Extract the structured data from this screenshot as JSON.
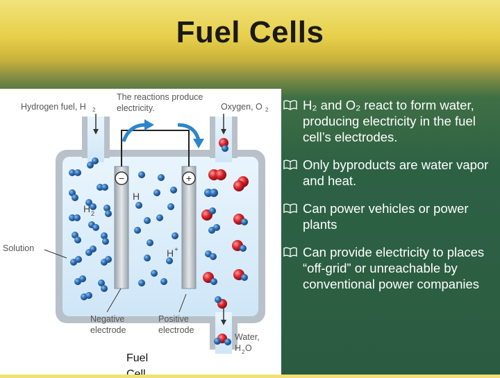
{
  "title": "Fuel Cells",
  "diagram": {
    "hydrogen_label": "Hydrogen fuel, H",
    "hydrogen_sub": "2",
    "reactions_line1": "The reactions produce",
    "reactions_line2": "electricity.",
    "oxygen_label": "Oxygen, O",
    "oxygen_sub": "2",
    "minus": "−",
    "plus": "+",
    "h_label": "H",
    "h2_label": "H",
    "h2_sub": "2",
    "hplus_label": "H",
    "hplus_sup": "+",
    "solution_label": "Solution",
    "negative_line1": "Negative",
    "negative_line2": "electrode",
    "positive_line1": "Positive",
    "positive_line2": "electrode",
    "water_line1": "Water,",
    "water_line2": "H",
    "water_sub": "2",
    "water_end": "O",
    "caption_line1": "Fuel",
    "caption_line2": "Cell"
  },
  "bullets": [
    "H₂ and O₂ react to form water, producing electricity in the fuel cell’s electrodes.",
    "Only byproducts are water vapor and heat.",
    "Can power vehicles or power plants",
    "Can provide electricity to places “off-grid” or unreachable by conventional power companies"
  ],
  "colors": {
    "hydrogen_molecule": "#2e6fb8",
    "oxygen_molecule": "#d9232a",
    "solution": "#dbeefb",
    "arrow": "#2b86c9"
  },
  "bullet_icon": "book-icon"
}
